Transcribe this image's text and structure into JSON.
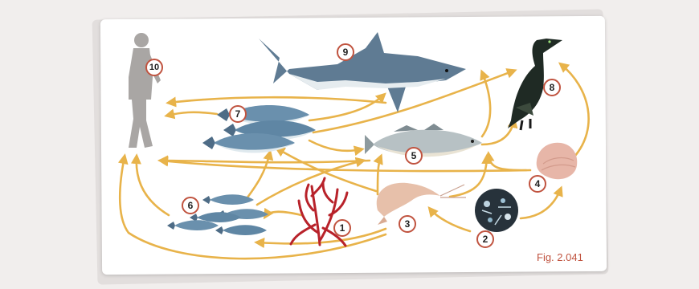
{
  "figure": {
    "caption": "Fig. 2.041",
    "arrow_color": "#e8b34a",
    "badge_border_color": "#c0533f",
    "organisms": [
      {
        "number": "1",
        "icon": "red-seaweed-icon"
      },
      {
        "number": "2",
        "icon": "plankton-icon"
      },
      {
        "number": "3",
        "icon": "shrimp-icon"
      },
      {
        "number": "4",
        "icon": "clam-shell-icon"
      },
      {
        "number": "5",
        "icon": "fish-icon"
      },
      {
        "number": "6",
        "icon": "sardine-school-icon"
      },
      {
        "number": "7",
        "icon": "mackerel-school-icon"
      },
      {
        "number": "8",
        "icon": "cormorant-icon"
      },
      {
        "number": "9",
        "icon": "shark-icon"
      },
      {
        "number": "10",
        "icon": "human-silhouette-icon"
      }
    ]
  }
}
